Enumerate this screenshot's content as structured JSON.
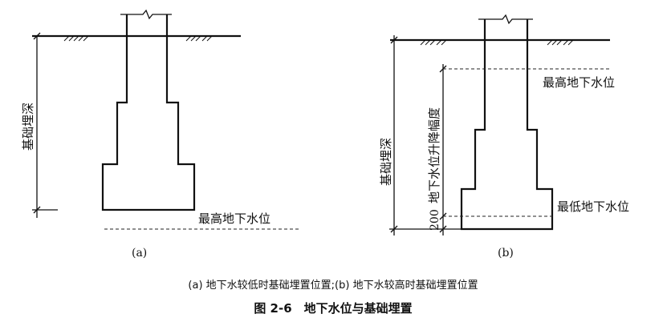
{
  "diagram_a": {
    "depth_label": "基础埋深",
    "water_label": "最高地下水位",
    "panel_label": "(a)"
  },
  "diagram_b": {
    "depth_label": "基础埋深",
    "fluct_label": "地下水位升降幅度",
    "high_water_label": "最高地下水位",
    "low_water_label": "最低地下水位",
    "dim_value": "200",
    "panel_label": "(b)"
  },
  "caption": {
    "line1": "(a) 地下水较低时基础埋置位置;(b) 地下水较高时基础埋置位置",
    "line2": "图 2-6　地下水位与基础埋置"
  }
}
